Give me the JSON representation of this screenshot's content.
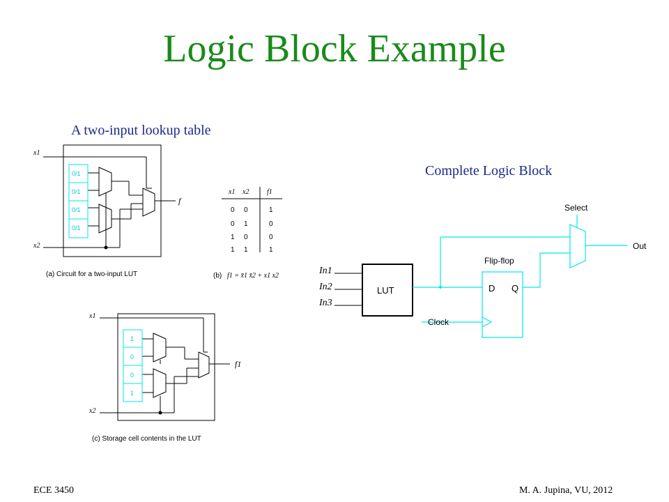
{
  "slide": {
    "title": "Logic Block Example",
    "subtitle_lut": "A two-input lookup table",
    "subtitle_block": "Complete Logic Block",
    "footer_left": "ECE 3450",
    "footer_right": "M. A. Jupina, VU, 2012"
  },
  "colors": {
    "title": "#1a8a1a",
    "caption": "#1a2a8a",
    "wire_cyan": "#00e5ee",
    "line": "#000000"
  },
  "fig_a": {
    "input1": "x1",
    "input2": "x2",
    "cells": [
      "0/1",
      "0/1",
      "0/1",
      "0/1"
    ],
    "output": "f",
    "caption": "(a) Circuit for a two-input LUT"
  },
  "fig_b": {
    "headers": [
      "x1",
      "x2",
      "f1"
    ],
    "rows": [
      [
        "0",
        "0",
        "1"
      ],
      [
        "0",
        "1",
        "0"
      ],
      [
        "1",
        "0",
        "0"
      ],
      [
        "1",
        "1",
        "1"
      ]
    ],
    "caption_label": "(b)",
    "equation": "f1 = x̄1 x̄2 + x1 x2"
  },
  "fig_c": {
    "input1": "x1",
    "input2": "x2",
    "cells": [
      "1",
      "0",
      "0",
      "1"
    ],
    "output": "f1",
    "caption": "(c) Storage cell contents in the LUT"
  },
  "block": {
    "inputs": [
      "In1",
      "In2",
      "In3"
    ],
    "lut_label": "LUT",
    "ff_title": "Flip-flop",
    "d_label": "D",
    "q_label": "Q",
    "clock_label": "Clock",
    "select_label": "Select",
    "out_label": "Out"
  }
}
